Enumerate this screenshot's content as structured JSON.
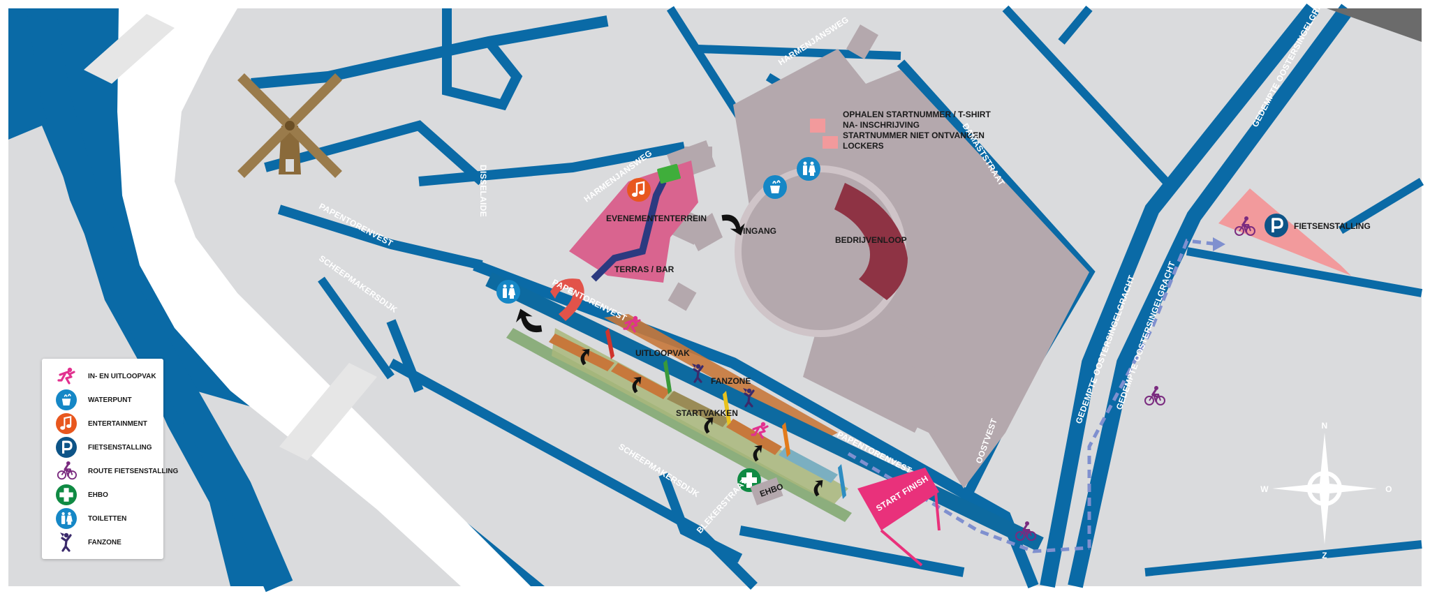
{
  "map": {
    "colors": {
      "water": "#0a6aa6",
      "land": "#dadbdd",
      "building": "#b4a8ad",
      "venue": "#8e3344",
      "event_area": "#d9648f",
      "parking": "#f29a9c",
      "finish": "#e9317b"
    },
    "labels": {
      "pickup": [
        "OPHALEN STARTNUMMER / T-SHIRT",
        "NA- INSCHRIJVING",
        "STARTNUMMER NIET ONTVANGEN",
        "LOCKERS"
      ],
      "evenemententerrein": "EVENEMENTENTERREIN",
      "terras_bar": "TERRAS / BAR",
      "ingang": "INGANG",
      "bedrijvenloop": "BEDRIJVENLOOP",
      "fietsenstalling": "FIETSENSTALLING",
      "uitloopvak": "UITLOOPVAK",
      "fanzone": "FANZONE",
      "startvakken": "STARTVAKKEN",
      "ehbo": "EHBO",
      "start_finish": "START  FINISH"
    },
    "streets": {
      "harmenjansweg_top": "HARMENJANSWEG",
      "harmenjansweg_left": "HARMENJANSWEG",
      "damaststraat": "DAMASTSTRAAT",
      "disselaide": "DISSELAIDE",
      "papentorenvest_left": "PAPENTORENVEST",
      "scheepmakersdijk_top": "SCHEEPMAKERSDIJK",
      "papentorenvest_mid": "PAPENTORENVEST",
      "papentorenvest_right": "PAPENTORENVEST",
      "scheepmakersdijk_bottom": "SCHEEPMAKERSDIJK",
      "blekerstraat": "BLEKERSTRAAT",
      "oostvest": "OOSTVEST",
      "gedempte_1": "GEDEMPTE OOSTERSINGELGRACHT",
      "gedempte_2": "GEDEMPTE OOSTERSINGELGRACHT",
      "gedempte_3": "GEDEMPTE OOSTERSINGELGRACHT"
    },
    "compass": {
      "n": "N",
      "o": "O",
      "z": "Z",
      "w": "W"
    }
  },
  "legend": {
    "items": [
      {
        "label": "IN- EN UITLOOPVAK",
        "icon": "runner-icon"
      },
      {
        "label": "WATERPUNT",
        "icon": "water-point-icon"
      },
      {
        "label": "ENTERTAINMENT",
        "icon": "music-note-icon"
      },
      {
        "label": "FIETSENSTALLING",
        "icon": "parking-icon"
      },
      {
        "label": "ROUTE FIETSENSTALLING",
        "icon": "cyclist-icon"
      },
      {
        "label": "EHBO",
        "icon": "first-aid-icon"
      },
      {
        "label": "TOILETTEN",
        "icon": "toilet-icon"
      },
      {
        "label": "FANZONE",
        "icon": "fan-icon"
      }
    ]
  }
}
